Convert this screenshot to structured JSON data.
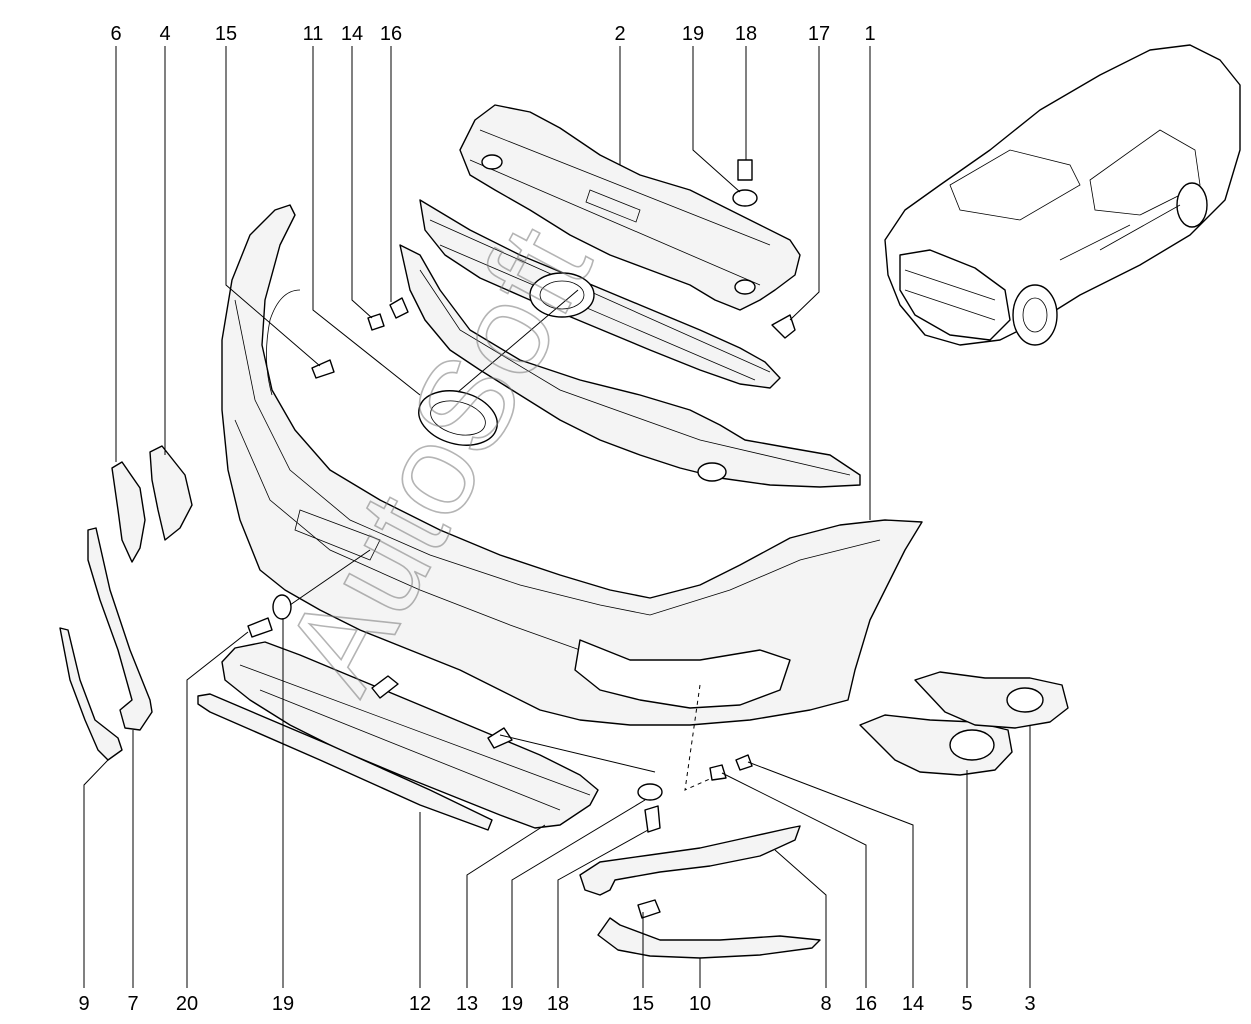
{
  "watermark": "AutoSoft",
  "callouts": {
    "top": [
      "6",
      "4",
      "15",
      "11",
      "14",
      "16",
      "2",
      "19",
      "18",
      "17",
      "1"
    ],
    "bottom": [
      "9",
      "7",
      "20",
      "19",
      "12",
      "13",
      "19",
      "18",
      "15",
      "10",
      "8",
      "16",
      "14",
      "5",
      "3"
    ]
  }
}
